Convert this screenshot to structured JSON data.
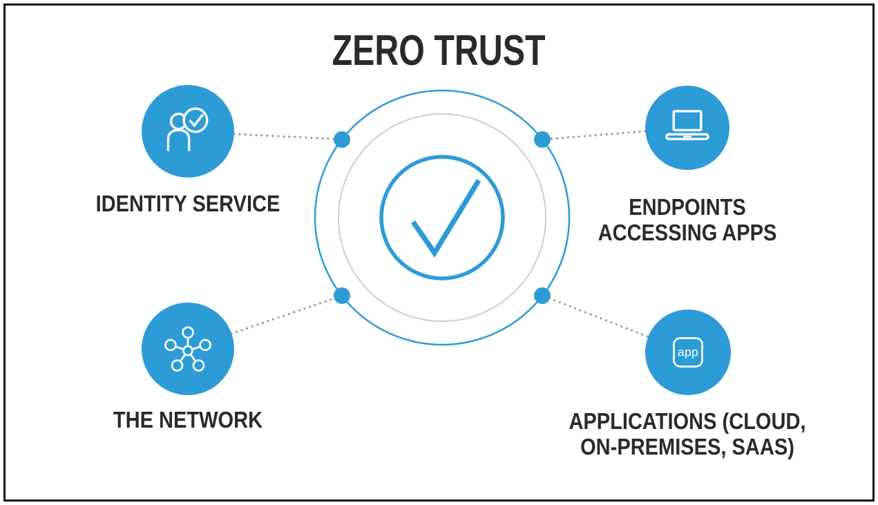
{
  "title": "ZERO TRUST",
  "colors": {
    "accent_blue": "#2D9BD6",
    "ring_gray": "#CDCDCD",
    "connector_gray": "#9B9B9B",
    "text_dark": "#2B2A29"
  },
  "center": {
    "icon": "checkmark-icon"
  },
  "nodes": [
    {
      "id": "identity-service",
      "icon": "user-verified-icon",
      "lines": [
        "IDENTITY SERVICE"
      ]
    },
    {
      "id": "endpoints-accessing-apps",
      "icon": "laptop-icon",
      "lines": [
        "ENDPOINTS",
        "ACCESSING APPS"
      ]
    },
    {
      "id": "the-network",
      "icon": "network-icon",
      "lines": [
        "THE NETWORK"
      ]
    },
    {
      "id": "applications",
      "icon": "app-icon",
      "icon_label": "app",
      "lines": [
        "APPLICATIONS (CLOUD,",
        "ON-PREMISES, SAAS)"
      ]
    }
  ]
}
